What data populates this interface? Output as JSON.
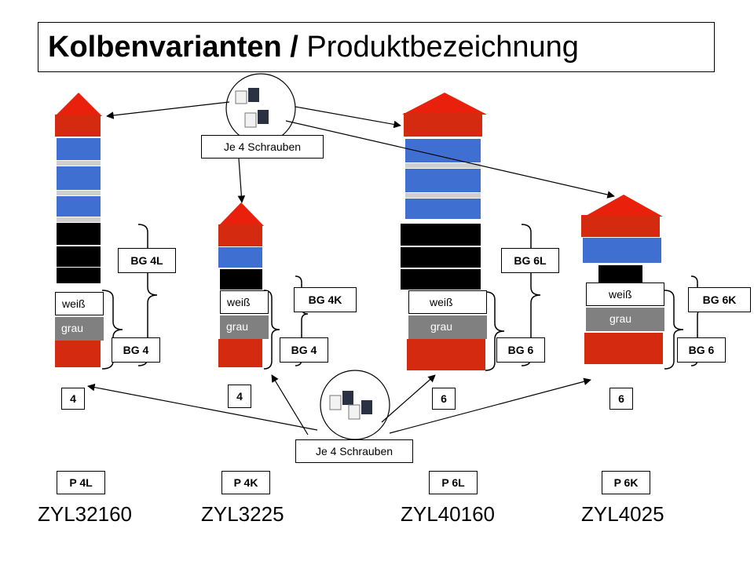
{
  "title": {
    "bold": "Kolbenvarianten /",
    "normal": "Produktbezeichnung"
  },
  "screws_label_top": "Je 4 Schrauben",
  "screws_label_bottom": "Je 4 Schrauben",
  "columns": [
    {
      "color_white": "weiß",
      "color_grey": "grau",
      "bg_top": "BG 4L",
      "bg_bottom": "BG 4",
      "count": "4",
      "product": "P 4L",
      "code": "ZYL32160"
    },
    {
      "color_white": "weiß",
      "color_grey": "grau",
      "bg_top": "BG 4K",
      "bg_bottom": "BG 4",
      "count": "4",
      "product": "P 4K",
      "code": "ZYL3225"
    },
    {
      "color_white": "weiß",
      "color_grey": "grau",
      "bg_top": "BG 6L",
      "bg_bottom": "BG 6",
      "count": "6",
      "product": "P 6L",
      "code": "ZYL40160"
    },
    {
      "color_white": "weiß",
      "color_grey": "grau",
      "bg_top": "BG 6K",
      "bg_bottom": "BG 6",
      "count": "6",
      "product": "P 6K",
      "code": "ZYL4025"
    }
  ],
  "colors": {
    "red": "#d42a10",
    "blue": "#3f6fd0",
    "black": "#000000",
    "grey": "#808080",
    "silver": "#c8c8c8"
  }
}
